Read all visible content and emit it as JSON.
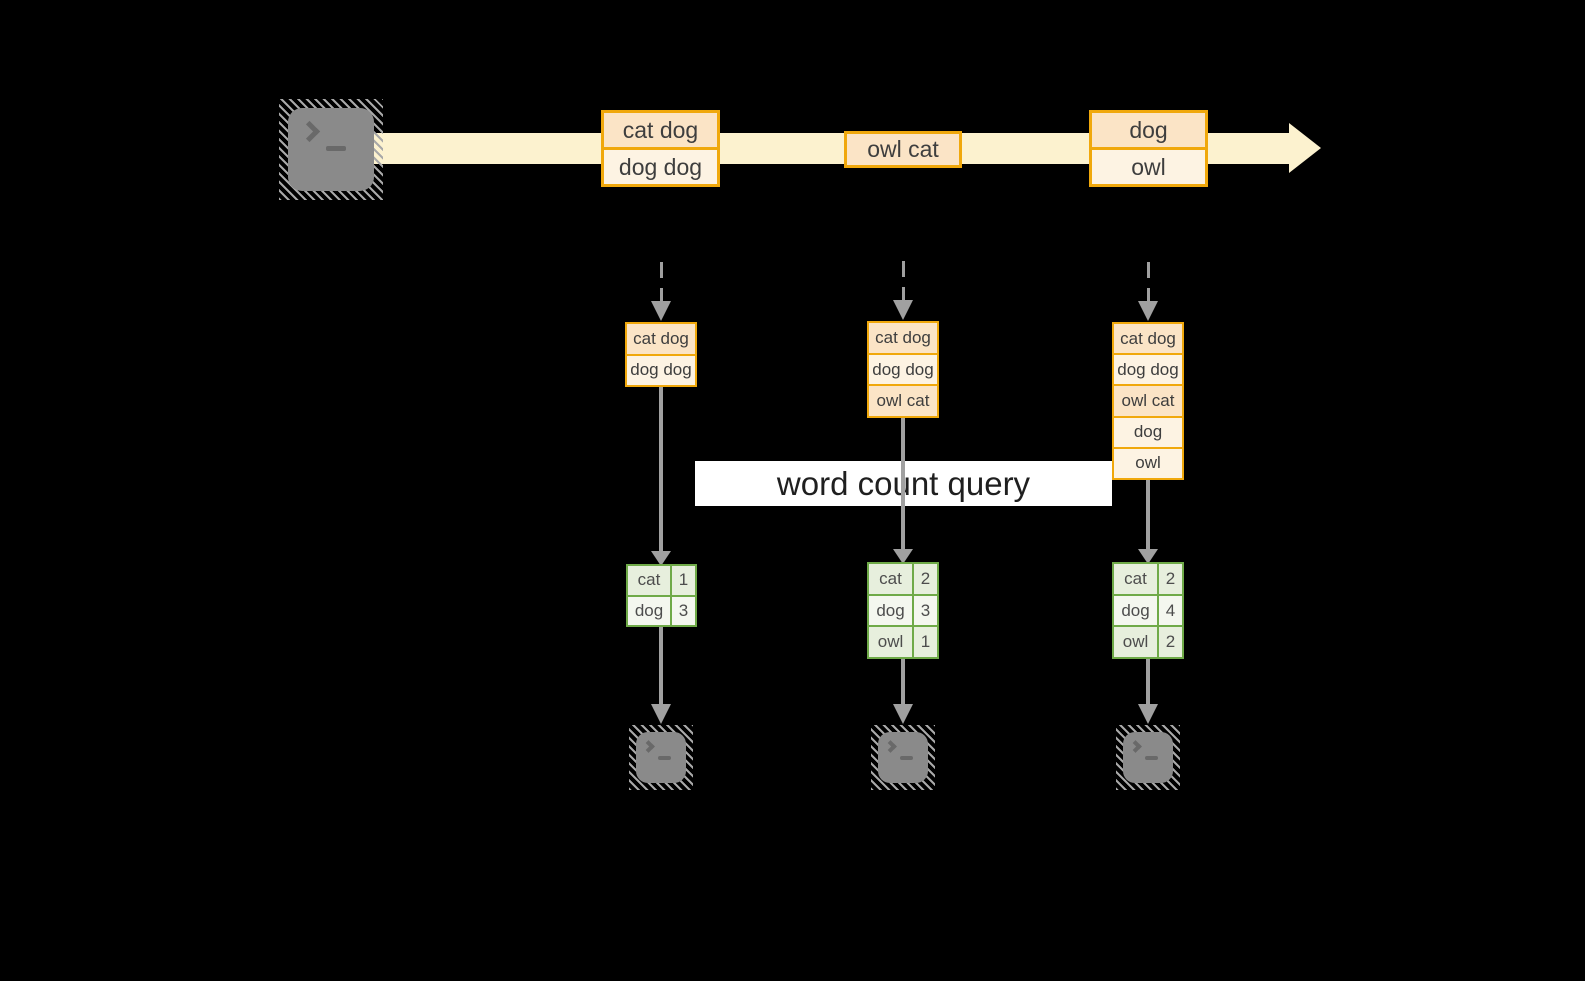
{
  "diagram_title": "word count query",
  "icons": {
    "terminal_prompt": ">_"
  },
  "colors": {
    "bg": "#000000",
    "band": "#fcf2cf",
    "orange": "#f0a80c",
    "peach": "#fbe4c6",
    "cream": "#fdf3e3",
    "green": "#6faa48",
    "green-a": "#e7efdd",
    "green-b": "#f4f7ef",
    "gray-line": "#a0a0a0",
    "term-body": "#8a8a8a",
    "term-glyph": "#696969",
    "term-hatch": "#a8a8a8",
    "text-dark": "#3e3e3e",
    "table-text": "#4d4d4d",
    "label-bg": "#ffffff",
    "label-text": "#1f1f1f"
  },
  "stream": {
    "batches": [
      {
        "rows": [
          {
            "text": "cat dog",
            "tone": "peach"
          },
          {
            "text": "dog dog",
            "tone": "cream"
          }
        ]
      },
      {
        "rows": [
          {
            "text": "owl cat",
            "tone": "peach"
          }
        ]
      },
      {
        "rows": [
          {
            "text": "dog",
            "tone": "peach"
          },
          {
            "text": "owl",
            "tone": "cream"
          }
        ]
      }
    ]
  },
  "columns": [
    {
      "micro_batch": {
        "rows": [
          {
            "text": "cat dog",
            "tone": "peach"
          },
          {
            "text": "dog dog",
            "tone": "cream"
          }
        ]
      },
      "word_counts": {
        "rows": [
          {
            "word": "cat",
            "count": "1"
          },
          {
            "word": "dog",
            "count": "3"
          }
        ]
      }
    },
    {
      "micro_batch": {
        "rows": [
          {
            "text": "cat dog",
            "tone": "peach"
          },
          {
            "text": "dog dog",
            "tone": "cream"
          },
          {
            "text": "owl cat",
            "tone": "peach"
          }
        ]
      },
      "word_counts": {
        "rows": [
          {
            "word": "cat",
            "count": "2"
          },
          {
            "word": "dog",
            "count": "3"
          },
          {
            "word": "owl",
            "count": "1"
          }
        ]
      }
    },
    {
      "micro_batch": {
        "rows": [
          {
            "text": "cat dog",
            "tone": "peach"
          },
          {
            "text": "dog dog",
            "tone": "cream"
          },
          {
            "text": "owl cat",
            "tone": "peach"
          },
          {
            "text": "dog",
            "tone": "cream"
          },
          {
            "text": "owl",
            "tone": "cream"
          }
        ]
      },
      "word_counts": {
        "rows": [
          {
            "word": "cat",
            "count": "2"
          },
          {
            "word": "dog",
            "count": "4"
          },
          {
            "word": "owl",
            "count": "2"
          }
        ]
      }
    }
  ]
}
